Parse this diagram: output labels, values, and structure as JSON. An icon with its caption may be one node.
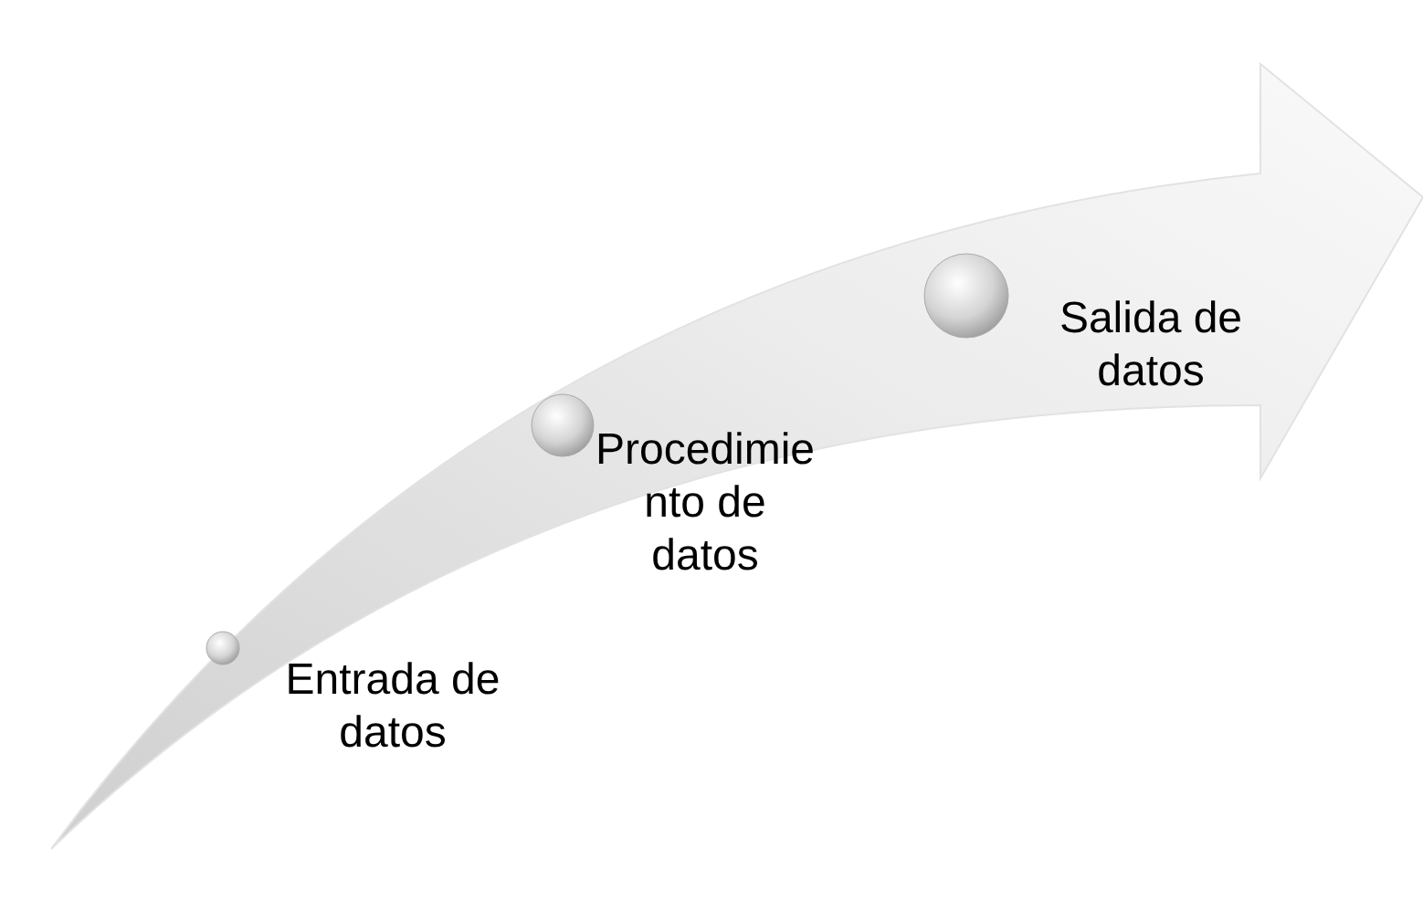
{
  "diagram": {
    "nodes": [
      {
        "text": [
          "Entrada de datos"
        ]
      },
      {
        "text": [
          "Procedimiento de datos"
        ]
      },
      {
        "text": [
          "Salida de datos"
        ]
      }
    ]
  }
}
